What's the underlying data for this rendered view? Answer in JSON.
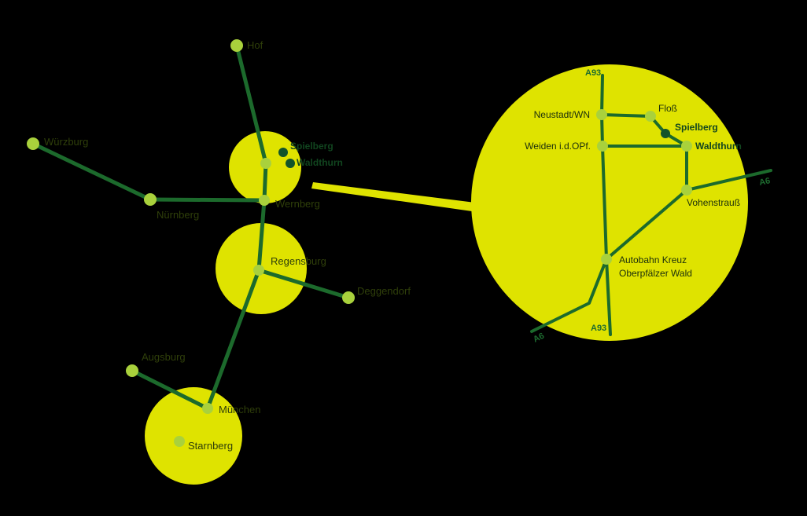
{
  "colors": {
    "background": "#000000",
    "highlight": "#dfe300",
    "route": "#1c6a2c",
    "node": "#a9d13c",
    "destination": "#11542a"
  },
  "overview": {
    "cities": {
      "hof": "Hof",
      "wuerzburg": "Würzburg",
      "nuernberg": "Nürnberg",
      "wernberg": "Wernberg",
      "regensburg": "Regensburg",
      "deggendorf": "Deggendorf",
      "augsburg": "Augsburg",
      "muenchen": "München",
      "starnberg": "Starnberg"
    },
    "destinations": {
      "spielberg": "Spielberg",
      "waldthurn": "Waldthurn"
    }
  },
  "detail": {
    "places": {
      "neustadt": "Neustadt/WN",
      "floss": "Floß",
      "weiden": "Weiden i.d.OPf.",
      "vohenstrauss": "Vohenstrauß",
      "kreuz_line1": "Autobahn Kreuz",
      "kreuz_line2": "Oberpfälzer Wald"
    },
    "destinations": {
      "spielberg": "Spielberg",
      "waldthurn": "Waldthurn"
    },
    "roads": {
      "a93_top": "A93",
      "a93_bottom": "A93",
      "a6_right": "A6",
      "a6_left": "A6"
    }
  }
}
